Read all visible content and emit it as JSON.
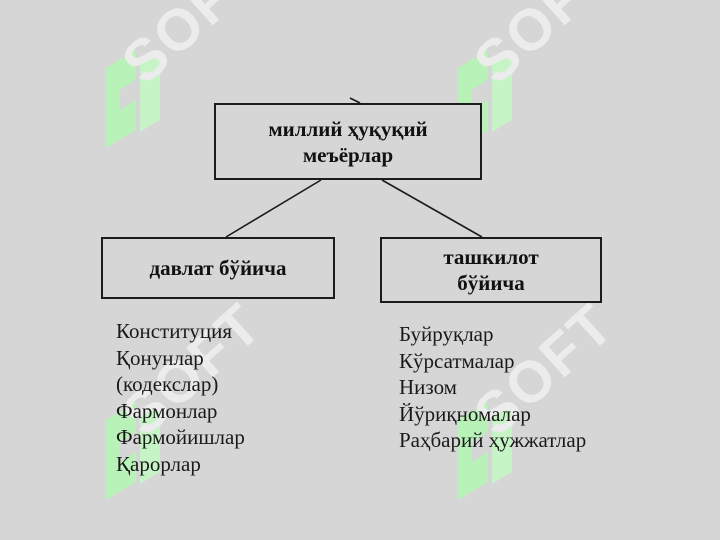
{
  "diagram": {
    "root": {
      "label": "миллий ҳуқуқий\nмеъёрлар"
    },
    "branches": [
      {
        "label": "давлат бўйича",
        "items": [
          "Конституция",
          "Қонунлар",
          "(кодекслар)",
          "Фармонлар",
          "Фармойишлар",
          "Қарорлар"
        ]
      },
      {
        "label": "ташкилот\nбўйича",
        "items": [
          "Буйруқлар",
          "Кўрсатмалар",
          "Низом",
          "Йўриқномалар",
          "Раҳбарий ҳужжатлар"
        ]
      }
    ]
  },
  "watermark": {
    "text": "SOFT",
    "color": "#ececec",
    "logo_color": "#b8f2b8"
  },
  "colors": {
    "background": "#d6d6d6",
    "line": "#1b1b1b"
  }
}
